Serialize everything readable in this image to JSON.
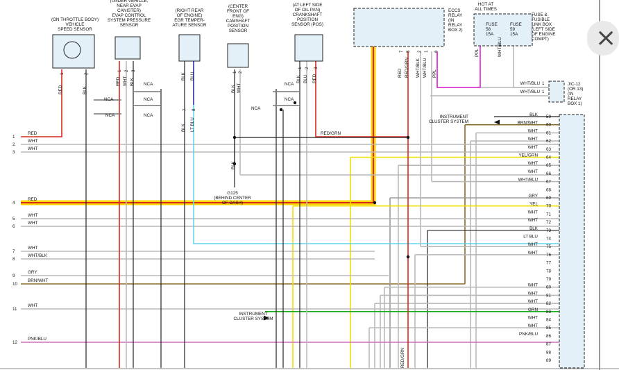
{
  "components": {
    "vss": "(ON THROTTLE BODY)\nVEHICLE\nSPEED SENSOR",
    "evap": "(UNDER VEHICLE,\nNEAR EVAP\nCANISTER)\nEVAP CONTROL\nSYSTEM PRESSURE\nSENSOR",
    "egr": "(RIGHT REAR\nOF ENGINE)\nEGR TEMPER-\nATURE SENSOR",
    "cmp": "(CENTER\nFRONT OF\nENG)\nCAMSHAFT\nPOSITION\nSENSOR",
    "ckp": "(AT LEFT SIDE\nOF OIL PAN)\nCRANKSHAFT\nPOSITION\nSENSOR (POS)",
    "eccs": "ECCS\nRELAY\n(IN\nRELAY\nBOX 2)",
    "hot": "HOT AT\nALL TIMES",
    "fuse_box": "FUSE &\nFUSIBLE\nLINK BOX\n(LEFT SIDE\nOF ENGINE\nCOMPT)",
    "fuse58": "FUSE\n58\n15A",
    "fuse59": "FUSE\n59\n15A",
    "jc12": "J/C-12\n(OR 13)\n(IN\nRELAY\nBOX 1)",
    "g125": "G125\n(BEHIND CENTER\nOF DASH)",
    "ground_wire": "BLK",
    "nca": "NCA",
    "instrument_cluster": "INSTRUMENT\nCLUSTER SYSTEM"
  },
  "sensor_pins": {
    "vss": [
      {
        "num": "1",
        "color": "RED"
      },
      {
        "num": "2",
        "color": "BLK"
      }
    ],
    "evap": [
      {
        "num": "1",
        "color": "RED"
      },
      {
        "num": "2",
        "color": "WHT"
      },
      {
        "num": "3",
        "color": "BLK"
      }
    ],
    "egr": [
      {
        "num": "7",
        "color": "BLK"
      },
      {
        "num": "8",
        "color": "LT BLU"
      }
    ],
    "egr_top": [
      {
        "color": "BLK"
      },
      {
        "color": "BLU"
      }
    ],
    "cmp": [
      {
        "num": "1",
        "color": "BLK"
      },
      {
        "num": "2",
        "color": "WHT"
      }
    ],
    "ckp": [
      {
        "num": "1",
        "color": "BLK"
      },
      {
        "num": "2",
        "color": "BLU"
      },
      {
        "num": "3",
        "color": "RED"
      }
    ],
    "eccs": [
      {
        "num": "7",
        "color": "RED"
      },
      {
        "num": "5",
        "color": "RED/GRN"
      },
      {
        "num": "2",
        "color": "WHT/BLK"
      },
      {
        "num": "1",
        "color": "WHT/BLU"
      },
      {
        "num": "6",
        "color": "PPL"
      }
    ],
    "fuse": [
      {
        "color": "PPL"
      },
      {
        "color": "WHT/BLU"
      }
    ],
    "jc": [
      {
        "num": "1",
        "color": "WHT/BLU"
      },
      {
        "num": "1",
        "color": "WHT/BLU"
      }
    ]
  },
  "wire_labels": {
    "red_grn_mid": "RED/GRN",
    "red_grn_bottom": "RED/GRN"
  },
  "left_rows": [
    {
      "num": "1",
      "color": "RED"
    },
    {
      "num": "2",
      "color": "WHT"
    },
    {
      "num": "3",
      "color": "WHT"
    },
    {
      "num": "4",
      "color": "RED"
    },
    {
      "num": "5",
      "color": "WHT"
    },
    {
      "num": "6",
      "color": "WHT"
    },
    {
      "num": "7",
      "color": "WHT"
    },
    {
      "num": "8",
      "color": "WHT/BLK"
    },
    {
      "num": "9",
      "color": "GRY"
    },
    {
      "num": "10",
      "color": "BRN/WHT"
    },
    {
      "num": "11",
      "color": "WHT"
    },
    {
      "num": "12",
      "color": "PNK/BLU"
    }
  ],
  "right_pins": [
    {
      "num": "59",
      "color": "BLK"
    },
    {
      "num": "60",
      "color": "BRN/WHT"
    },
    {
      "num": "61",
      "color": "WHT"
    },
    {
      "num": "62",
      "color": "WHT"
    },
    {
      "num": "63",
      "color": "WHT"
    },
    {
      "num": "64",
      "color": "YEL/GRN"
    },
    {
      "num": "65",
      "color": "WHT"
    },
    {
      "num": "66",
      "color": "WHT"
    },
    {
      "num": "67",
      "color": "WHT/BLU"
    },
    {
      "num": "68",
      "color": ""
    },
    {
      "num": "69",
      "color": "GRY"
    },
    {
      "num": "70",
      "color": "YEL"
    },
    {
      "num": "71",
      "color": "WHT"
    },
    {
      "num": "72",
      "color": "WHT"
    },
    {
      "num": "73",
      "color": "BLK"
    },
    {
      "num": "74",
      "color": "LT BLU"
    },
    {
      "num": "75",
      "color": "WHT"
    },
    {
      "num": "76",
      "color": "WHT"
    },
    {
      "num": "77",
      "color": ""
    },
    {
      "num": "78",
      "color": ""
    },
    {
      "num": "79",
      "color": ""
    },
    {
      "num": "80",
      "color": "WHT"
    },
    {
      "num": "81",
      "color": "WHT"
    },
    {
      "num": "82",
      "color": "WHT"
    },
    {
      "num": "83",
      "color": "GRN"
    },
    {
      "num": "84",
      "color": "WHT"
    },
    {
      "num": "85",
      "color": "WHT"
    },
    {
      "num": "86",
      "color": "PNK/BLU"
    },
    {
      "num": "87",
      "color": ""
    },
    {
      "num": "88",
      "color": ""
    },
    {
      "num": "89",
      "color": ""
    }
  ],
  "colors": {
    "red": "#d62a1e",
    "highlight": "#ffd400",
    "lt_blu": "#5fd6f0",
    "blu": "#2a2ab8",
    "ppl": "#e020d8",
    "yel": "#f0e000",
    "grn": "#18a818",
    "brn": "#8a6a2a",
    "pnk": "#d070c0",
    "gry": "#9a9a9a",
    "wht": "#b9b9b9",
    "blk": "#222222",
    "box_fill": "#e3f0f7"
  }
}
